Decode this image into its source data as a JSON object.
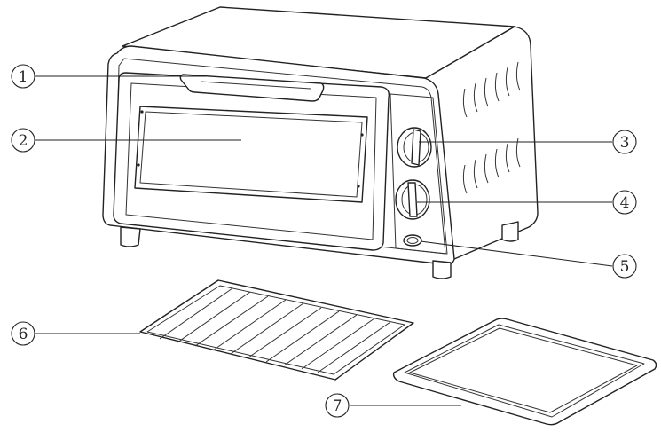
{
  "callouts": [
    {
      "number": "1",
      "part": "door-handle"
    },
    {
      "number": "2",
      "part": "glass-door"
    },
    {
      "number": "3",
      "part": "temperature-knob"
    },
    {
      "number": "4",
      "part": "timer-knob"
    },
    {
      "number": "5",
      "part": "indicator-light"
    },
    {
      "number": "6",
      "part": "wire-rack"
    },
    {
      "number": "7",
      "part": "baking-tray"
    }
  ]
}
